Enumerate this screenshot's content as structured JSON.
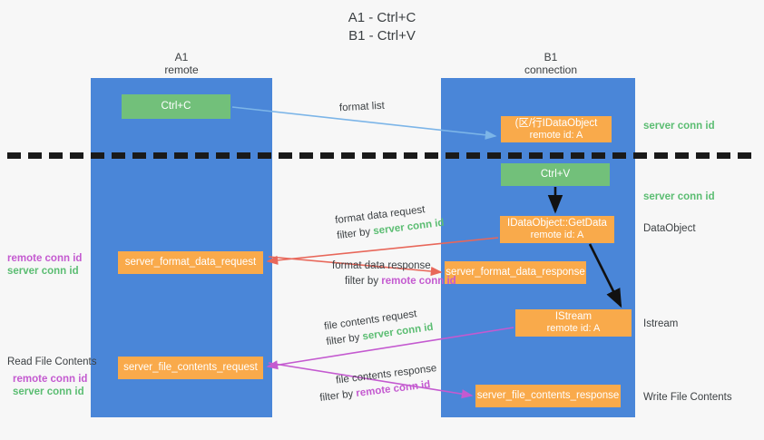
{
  "title": {
    "line1": "A1 - Ctrl+C",
    "line2": "B1 - Ctrl+V"
  },
  "lanes": [
    {
      "id": "a1",
      "name": "A1",
      "role": "remote"
    },
    {
      "id": "b1",
      "name": "B1",
      "role": "connection"
    }
  ],
  "nodes": {
    "ctrl_c": {
      "label": "Ctrl+C",
      "color": "#72c07a"
    },
    "idataobject": {
      "label": "(区/行IDataObject",
      "sub": "remote id: A",
      "color": "#f9aa4b"
    },
    "ctrl_v": {
      "label": "Ctrl+V",
      "color": "#72c07a"
    },
    "getdata": {
      "label": "IDataObject::GetData",
      "sub": "remote id: A",
      "color": "#f9aa4b"
    },
    "format_data_request": {
      "label": "server_format_data_request",
      "color": "#f9aa4b"
    },
    "format_data_response": {
      "label": "server_format_data_response",
      "color": "#f9aa4b"
    },
    "istream": {
      "label": "IStream",
      "sub": "remote id: A",
      "color": "#f9aa4b"
    },
    "file_contents_request": {
      "label": "server_file_contents_request",
      "color": "#f9aa4b"
    },
    "file_contents_response": {
      "label": "server_file_contents_response",
      "color": "#f9aa4b"
    }
  },
  "edges": {
    "format_list": {
      "label": "format list"
    },
    "format_data_request": {
      "label": "format data request",
      "filter_prefix": "filter by ",
      "filter_value": "server conn id"
    },
    "format_data_response": {
      "label": "format data response",
      "filter_prefix": "filter by ",
      "filter_value": "remote conn id"
    },
    "file_contents_request": {
      "label": "file contents request",
      "filter_prefix": "filter by ",
      "filter_value": "server conn id"
    },
    "file_contents_response": {
      "label": "file contents response",
      "filter_prefix": "filter by ",
      "filter_value": "remote conn id"
    }
  },
  "side_labels": {
    "server_conn_id_top": "server conn id",
    "server_conn_id_mid": "server conn id",
    "dataobject": "DataObject",
    "istream": "Istream",
    "write_file_contents": "Write File Contents",
    "read_file_contents": "Read File Contents",
    "remote_conn_id_a": "remote conn id",
    "server_conn_id_a": "server conn id",
    "remote_conn_id_b": "remote conn id",
    "server_conn_id_b": "server conn id"
  },
  "colors": {
    "lane": "#4a86d8",
    "orange": "#f9aa4b",
    "green_box": "#72c07a",
    "green_text": "#5bbd72",
    "purple_text": "#c45ad0",
    "blue_arrow": "#7cb5e8",
    "red_arrow": "#e8675a",
    "magenta_arrow": "#c45ad0",
    "black_arrow": "#111111",
    "background": "#f7f7f7"
  }
}
